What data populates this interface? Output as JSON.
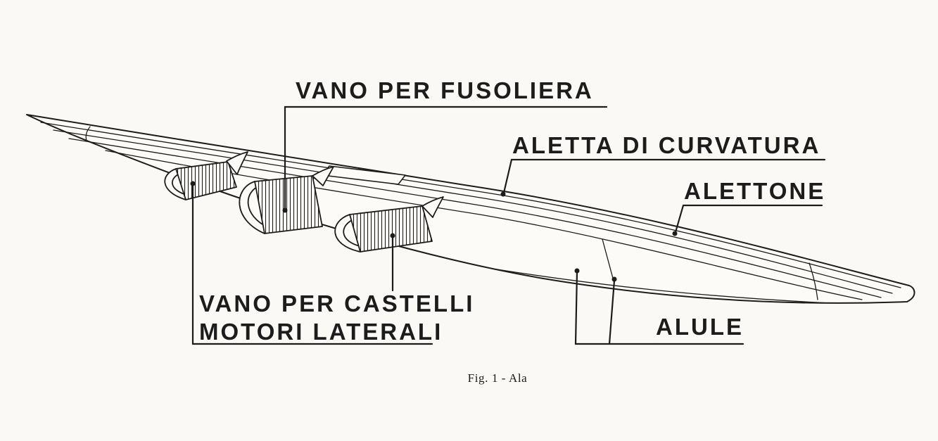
{
  "colors": {
    "paper": "#faf9f5",
    "ink": "#1c1c1c"
  },
  "figure": {
    "caption": "Fig. 1 - Ala"
  },
  "labels": {
    "vano_per_fusoliera": "VANO PER FUSOLIERA",
    "aletta_di_curvatura": "ALETTA DI CURVATURA",
    "alettone": "ALETTONE",
    "vano_per_castelli_line1": "VANO PER CASTELLI",
    "vano_per_castelli_line2": "MOTORI LATERALI",
    "alule": "ALULE"
  }
}
